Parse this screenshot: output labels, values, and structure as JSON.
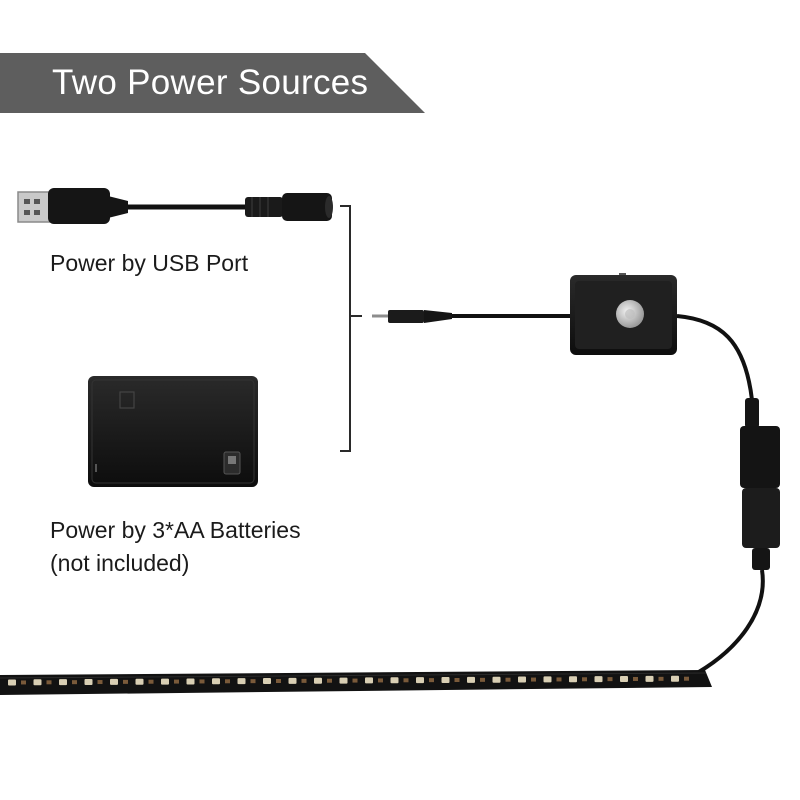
{
  "banner": {
    "title": "Two Power Sources",
    "color": "#5e5e5e"
  },
  "power_options": [
    {
      "id": "usb",
      "caption": "Power  by USB Port"
    },
    {
      "id": "battery",
      "caption": "Power  by 3*AA Batteries",
      "note": "(not included)"
    }
  ],
  "product_parts": [
    "usb-cable-icon",
    "battery-box-icon",
    "motion-sensor-icon",
    "led-strip-icon"
  ],
  "colors": {
    "cable": "#111111",
    "device_body": "#1c1c1c",
    "led_chip": "#d9cfb4",
    "sensor_lens": "#d6d6d6"
  }
}
